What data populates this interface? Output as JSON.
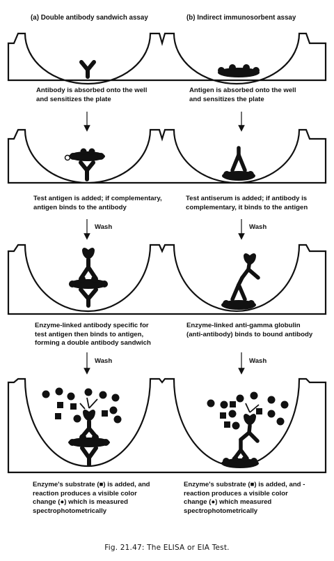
{
  "headings": {
    "left": "(a) Double antibody sandwich assay",
    "right": "(b) Indirect immunosorbent assay"
  },
  "steps": [
    {
      "left": "Antibody is absorbed onto the well\nand sensitizes the plate",
      "right": "Antigen is absorbed onto the well\nand sensitizes the plate"
    },
    {
      "left": "Test antigen is added; if complementary,\nantigen binds to the antibody",
      "right": "Test antiserum is added; if antibody is\ncomplementary, it binds to the antigen"
    },
    {
      "left": "Enzyme-linked antibody specific for\ntest antigen then binds to antigen,\nforming a double antibody sandwich",
      "right": "Enzyme-linked anti-gamma globulin\n(anti-antibody) binds to bound antibody"
    },
    {
      "left": "Enzyme's substrate (■) is added, and\nreaction produces a visible color\nchange (●) which is measured\nspectrophotometrically",
      "right": "Enzyme's substrate (■) is added, and -\nreaction produces a visible color\nchange (●) which measured\nspectrophotometrically"
    }
  ],
  "wash_label": "Wash",
  "caption": "Fig. 21.47: The ELISA or EIA Test."
}
